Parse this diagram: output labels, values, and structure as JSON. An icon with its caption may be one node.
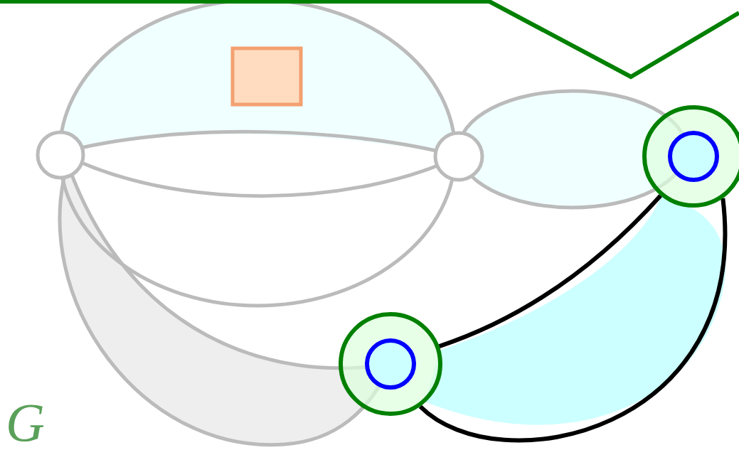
{
  "diagram": {
    "nodes": [
      {
        "text": [],
        "shape": "circle"
      },
      {
        "text": [],
        "shape": "circle"
      }
    ],
    "edges": [
      {
        "from": 1,
        "to": 0,
        "arrow": "none"
      },
      {
        "from": 1,
        "to": 0,
        "arrow": "none"
      }
    ],
    "labels": [
      "G"
    ]
  }
}
